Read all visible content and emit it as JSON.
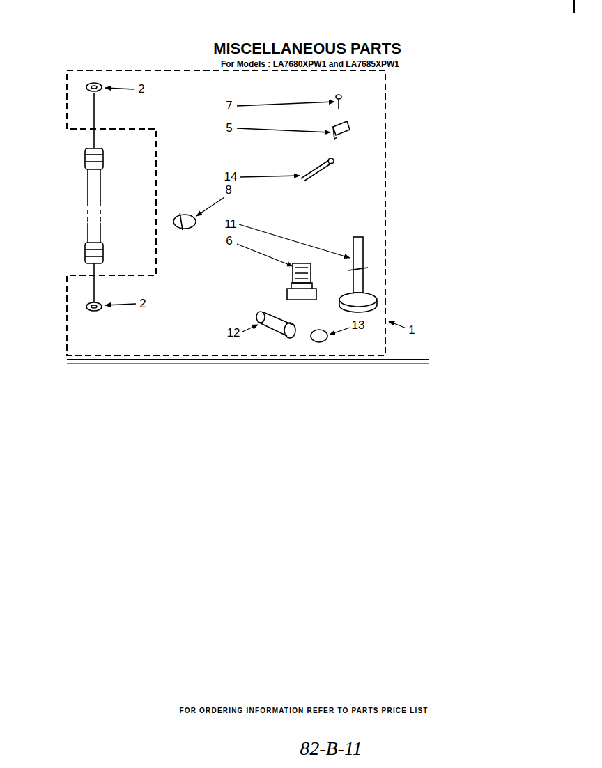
{
  "diagram": {
    "title": "MISCELLANEOUS PARTS",
    "labels": [
      "For Models : LA7680XPW1 and LA7685XPW1",
      "2",
      "7",
      "5",
      "14",
      "8",
      "11",
      "6",
      "2",
      "12",
      "13",
      "1",
      "FOR ORDERING INFORMATION REFER TO PARTS PRICE LIST",
      "82-B-11"
    ]
  }
}
